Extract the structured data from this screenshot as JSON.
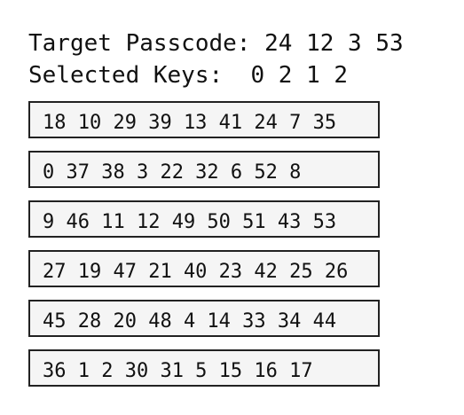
{
  "header": {
    "target_label": "Target Passcode:",
    "target_value": "24 12 3 53",
    "selected_label": "Selected Keys:",
    "selected_value": "0 2 1 2"
  },
  "rows": [
    {
      "text": "18 10 29 39 13 41 24 7 35"
    },
    {
      "text": "0 37 38 3 22 32 6 52 8"
    },
    {
      "text": "9 46 11 12 49 50 51 43 53"
    },
    {
      "text": "27 19 47 21 40 23 42 25 26"
    },
    {
      "text": "45 28 20 48 4 14 33 34 44"
    },
    {
      "text": "36 1 2 30 31 5 15 16 17"
    }
  ]
}
